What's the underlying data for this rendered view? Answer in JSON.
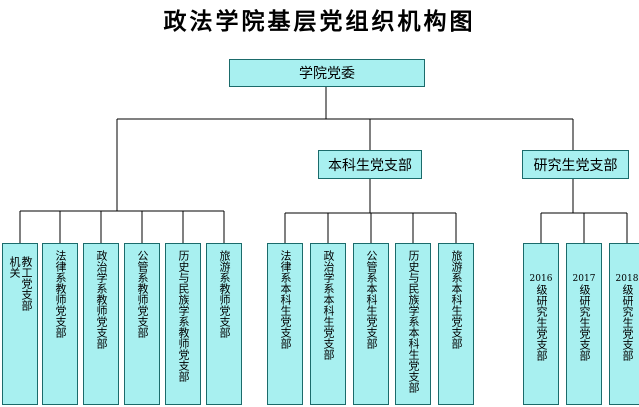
{
  "title": "政法学院基层党组织机构图",
  "root": "学院党委",
  "branches": {
    "undergrad": "本科生党支部",
    "graduate": "研究生党支部"
  },
  "faculty_branches": [
    {
      "lines": [
        "机关",
        "教工党支部"
      ]
    },
    {
      "lines": [
        "法律系教师党支部"
      ]
    },
    {
      "lines": [
        "政治学系教师党支部"
      ]
    },
    {
      "lines": [
        "公管系教师党支部"
      ]
    },
    {
      "lines": [
        "历史与民族学系教师党支部"
      ]
    },
    {
      "lines": [
        "旅游系教师党支部"
      ]
    }
  ],
  "undergrad_branches": [
    {
      "lines": [
        "法律系本科生党支部"
      ]
    },
    {
      "lines": [
        "政治学系本科生党支部"
      ]
    },
    {
      "lines": [
        "公管系本科生党支部"
      ]
    },
    {
      "lines": [
        "历史与民族学系本科生党支部"
      ]
    },
    {
      "lines": [
        "旅游系本科生党支部"
      ]
    }
  ],
  "graduate_branches": [
    {
      "year": "2016",
      "label": "级研究生党支部"
    },
    {
      "year": "2017",
      "label": "级研究生党支部"
    },
    {
      "year": "2018",
      "label": "级研究生党支部"
    }
  ]
}
